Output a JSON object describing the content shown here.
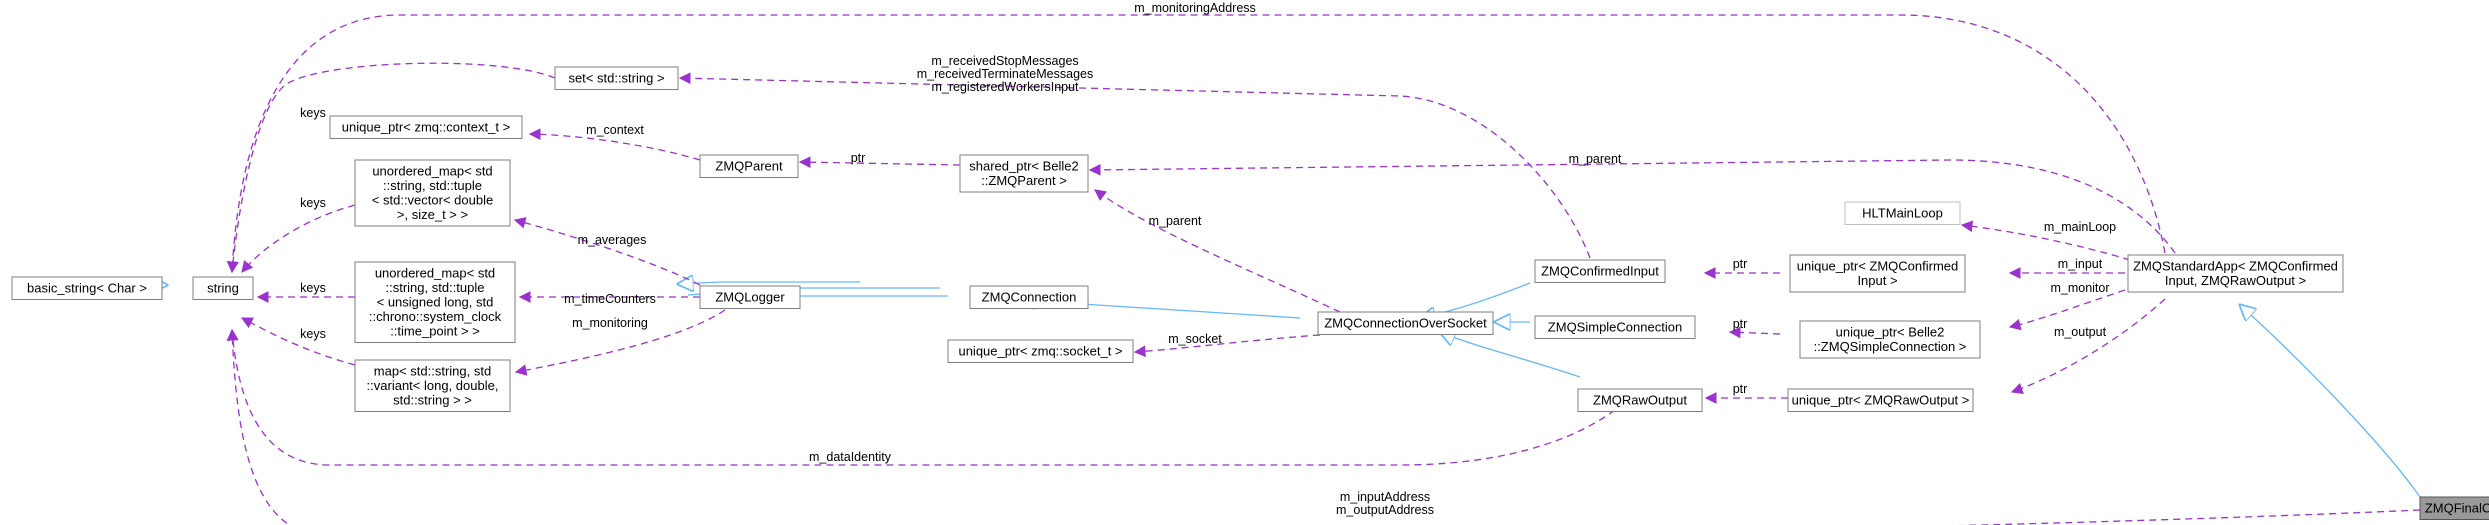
{
  "colors": {
    "usage_edge": "#9a32cd",
    "inherit_edge": "#63b8ff",
    "focus_fill": "#999999"
  },
  "nodes": {
    "basic_string": [
      "basic_string< Char >"
    ],
    "string": [
      "string"
    ],
    "set": [
      "set< std::string >"
    ],
    "unique_ctx": [
      "unique_ptr< zmq::context_t >"
    ],
    "umap_vec": [
      "unordered_map< std",
      "::string, std::tuple",
      "< std::vector< double",
      ">, size_t > >"
    ],
    "umap_chrono": [
      "unordered_map< std",
      "::string, std::tuple",
      "< unsigned long, std",
      "::chrono::system_clock",
      "::time_point > >"
    ],
    "map_variant": [
      "map< std::string, std",
      "::variant< long, double,",
      "std::string > >"
    ],
    "zmqparent": [
      "ZMQParent"
    ],
    "shared_parent": [
      "shared_ptr< Belle2",
      "::ZMQParent >"
    ],
    "zmqlogger": [
      "ZMQLogger"
    ],
    "unique_socket": [
      "unique_ptr< zmq::socket_t >"
    ],
    "zmqconnection": [
      "ZMQConnection"
    ],
    "zmqcos": [
      "ZMQConnectionOverSocket"
    ],
    "zmqconfirmedinput": [
      "ZMQConfirmedInput"
    ],
    "zmqsimple": [
      "ZMQSimpleConnection"
    ],
    "zmqrawoutput": [
      "ZMQRawOutput"
    ],
    "hltmainloop": [
      "HLTMainLoop"
    ],
    "unique_confirmed": [
      "unique_ptr< ZMQConfirmed",
      "Input >"
    ],
    "unique_simple": [
      "unique_ptr< Belle2",
      "::ZMQSimpleConnection >"
    ],
    "unique_rawout": [
      "unique_ptr< ZMQRawOutput >"
    ],
    "zmqstdapp": [
      "ZMQStandardApp< ZMQConfirmed",
      "Input, ZMQRawOutput >"
    ],
    "zmqfinal": [
      "ZMQFinalCollector"
    ]
  },
  "edge_labels": {
    "monitoring_address": [
      "m_monitoringAddress"
    ],
    "keys_set": [
      "keys"
    ],
    "keys_umap_vec": [
      "keys"
    ],
    "keys_umap_chrono": [
      "keys"
    ],
    "keys_map_variant": [
      "keys"
    ],
    "received_messages": [
      "m_receivedStopMessages",
      "m_receivedTerminateMessages",
      "m_registeredWorkersInput"
    ],
    "context": [
      "m_context"
    ],
    "ptr_parent": [
      "ptr"
    ],
    "parent_stdapp": [
      "m_parent"
    ],
    "parent_cos": [
      "m_parent"
    ],
    "averages": [
      "m_averages"
    ],
    "time_counters": [
      "m_timeCounters"
    ],
    "monitoring": [
      "m_monitoring"
    ],
    "socket": [
      "m_socket"
    ],
    "ptr_confirmed": [
      "ptr"
    ],
    "ptr_simple": [
      "ptr"
    ],
    "ptr_rawout": [
      "ptr"
    ],
    "main_loop": [
      "m_mainLoop"
    ],
    "input": [
      "m_input"
    ],
    "monitor": [
      "m_monitor"
    ],
    "output": [
      "m_output"
    ],
    "data_identity": [
      "m_dataIdentity"
    ],
    "input_output_address": [
      "m_inputAddress",
      "m_outputAddress"
    ]
  }
}
